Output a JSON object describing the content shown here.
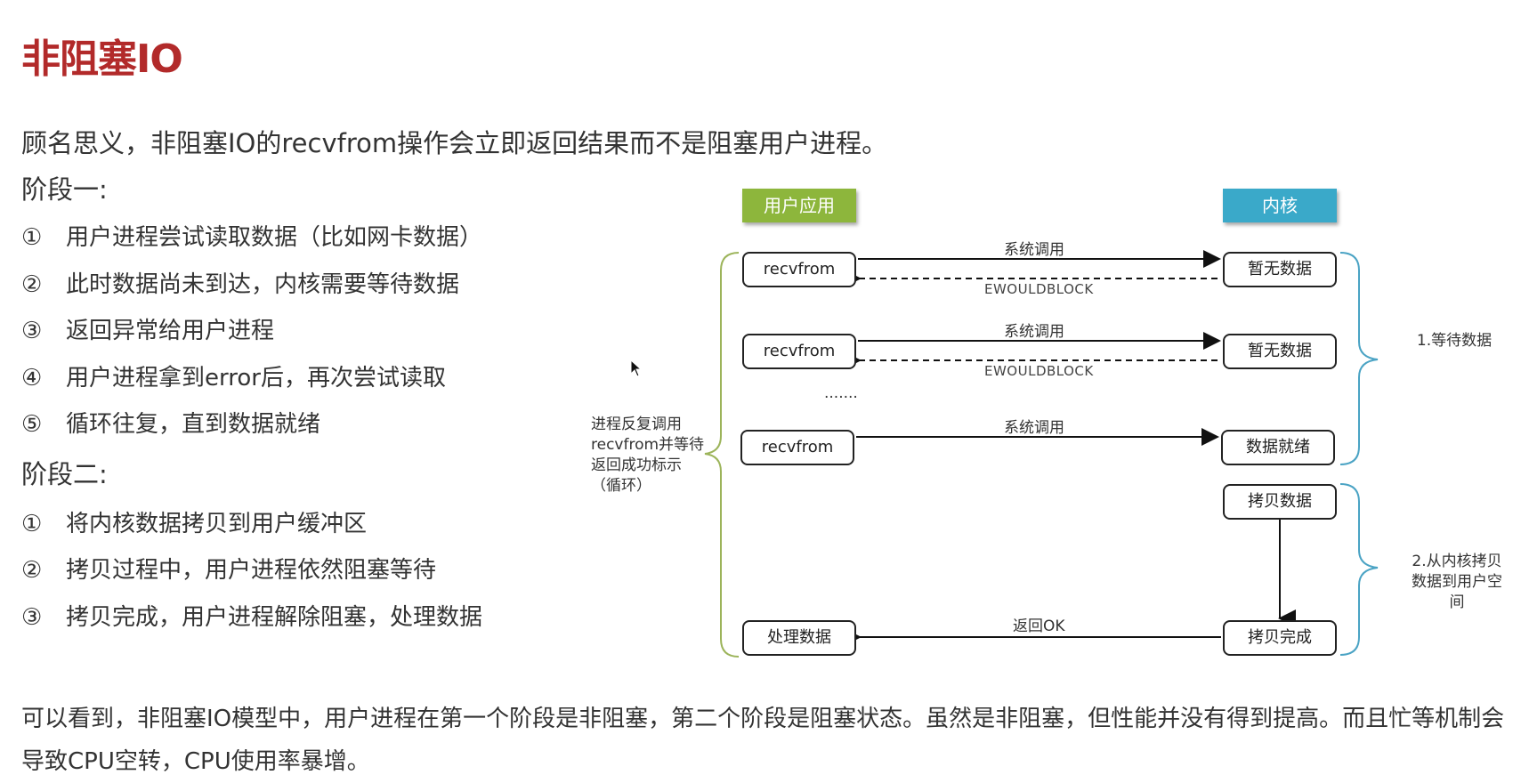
{
  "title": "非阻塞IO",
  "intro": "顾名思义，非阻塞IO的recvfrom操作会立即返回结果而不是阻塞用户进程。",
  "stage1": {
    "heading": "阶段一:",
    "steps": [
      {
        "num": "①",
        "text": "用户进程尝试读取数据（比如网卡数据）"
      },
      {
        "num": "②",
        "text": "此时数据尚未到达，内核需要等待数据"
      },
      {
        "num": "③",
        "text": "返回异常给用户进程"
      },
      {
        "num": "④",
        "text": "用户进程拿到error后，再次尝试读取"
      },
      {
        "num": "⑤",
        "text": "循环往复，直到数据就绪"
      }
    ]
  },
  "stage2": {
    "heading": "阶段二:",
    "steps": [
      {
        "num": "①",
        "text": "将内核数据拷贝到用户缓冲区"
      },
      {
        "num": "②",
        "text": "拷贝过程中，用户进程依然阻塞等待"
      },
      {
        "num": "③",
        "text": "拷贝完成，用户进程解除阻塞，处理数据"
      }
    ]
  },
  "conclusion": "可以看到，非阻塞IO模型中，用户进程在第一个阶段是非阻塞，第二个阶段是阻塞状态。虽然是非阻塞，但性能并没有得到提高。而且忙等机制会导致CPU空转，CPU使用率暴增。",
  "diagram": {
    "user_app_label": "用户应用",
    "kernel_label": "内核",
    "user_app_color": "#8db63c",
    "kernel_color": "#3aa9c9",
    "recvfrom_1": "recvfrom",
    "recvfrom_2": "recvfrom",
    "recvfrom_3": "recvfrom",
    "process_data": "处理数据",
    "no_data_1": "暂无数据",
    "no_data_2": "暂无数据",
    "data_ready": "数据就绪",
    "copy_data": "拷贝数据",
    "copy_done": "拷贝完成",
    "syscall_1": "系统调用",
    "syscall_2": "系统调用",
    "syscall_3": "系统调用",
    "ewouldblock_1": "EWOULDBLOCK",
    "ewouldblock_2": "EWOULDBLOCK",
    "ellipsis": ".......",
    "return_ok": "返回OK",
    "loop_note": "进程反复调用recvfrom并等待返回成功标示（循环）",
    "phase1_note": "1.等待数据",
    "phase2_note": "2.从内核拷贝数据到用户空间",
    "green_brace_color": "#9cb45a",
    "blue_brace_color": "#4aa3c4"
  }
}
